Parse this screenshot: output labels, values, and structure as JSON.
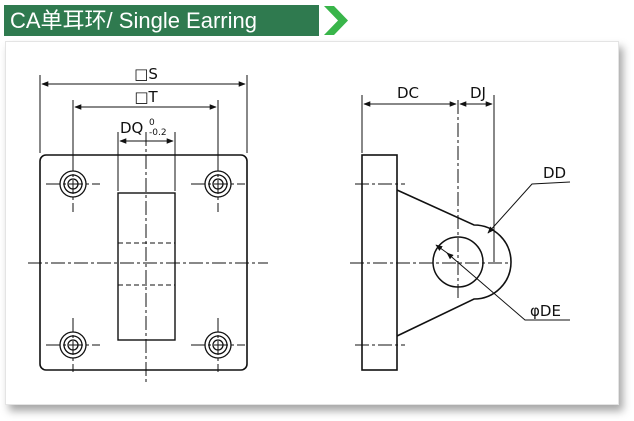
{
  "header": {
    "title": "CA单耳环/ Single Earring",
    "bar_color": "#2f7a4f",
    "chevron_color": "#39b54a"
  },
  "front_view": {
    "label_s": "□S",
    "label_t": "□T",
    "label_dq": "DQ",
    "label_dq_tol_upper": "0",
    "label_dq_tol_lower": "-0.2"
  },
  "side_view": {
    "label_dc": "DC",
    "label_dj": "DJ",
    "label_dd": "DD",
    "label_de": "φDE"
  }
}
